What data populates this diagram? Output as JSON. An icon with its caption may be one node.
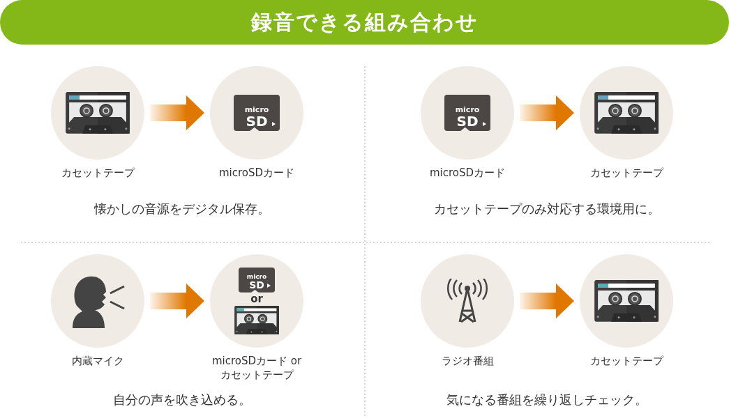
{
  "diagram": {
    "title": "録音できる組み合わせ",
    "nodes": [
      {
        "text": [
          "カセットテープ"
        ]
      },
      {
        "text": [
          "micro SD",
          "microSDカード"
        ]
      },
      {
        "text": [
          "micro SD",
          "microSDカード"
        ]
      },
      {
        "text": [
          "カセットテープ"
        ]
      },
      {
        "text": [
          "内蔵マイク"
        ]
      },
      {
        "text": [
          "micro SD",
          "or",
          "microSDカード or カセットテープ"
        ]
      },
      {
        "text": [
          "ラジオ番組"
        ]
      },
      {
        "text": [
          "カセットテープ"
        ]
      }
    ],
    "edges": [
      {
        "from": 0,
        "to": 1,
        "arrow": "to",
        "style": "thick",
        "color": "#e07800"
      },
      {
        "from": 2,
        "to": 3,
        "arrow": "to",
        "style": "thick",
        "color": "#e07800"
      },
      {
        "from": 4,
        "to": 5,
        "arrow": "to",
        "style": "thick",
        "color": "#e07800"
      },
      {
        "from": 6,
        "to": 7,
        "arrow": "to",
        "style": "thick",
        "color": "#e07800"
      }
    ],
    "labels": [
      "懐かしの音源をデジタル保存。",
      "カセットテープのみ対応する環境用に。",
      "自分の声を吹き込める。",
      "気になる番組を繰り返しチェック。"
    ]
  }
}
